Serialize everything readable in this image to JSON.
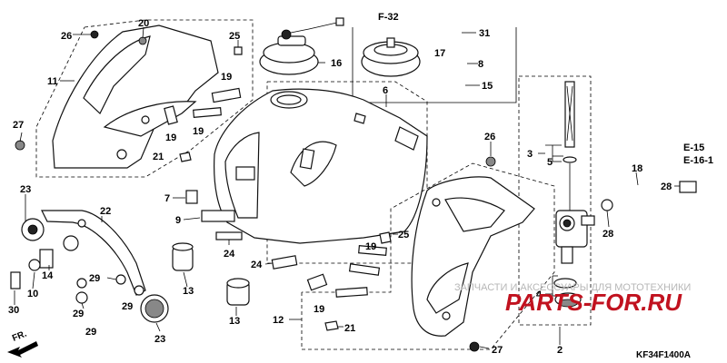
{
  "callouts": {
    "c26a": "26",
    "c20": "20",
    "c25a": "25",
    "c19a": "19",
    "c11": "11",
    "c27a": "27",
    "c19b": "19",
    "c19c": "19",
    "c21a": "21",
    "c16": "16",
    "c6": "6",
    "c7": "7",
    "c9": "9",
    "c24a": "24",
    "c24b": "24",
    "c23a": "23",
    "c22": "22",
    "c14": "14",
    "c10": "10",
    "c30": "30",
    "c29a": "29",
    "c29b": "29",
    "c29c": "29",
    "c29d": "29",
    "c13a": "13",
    "c13b": "13",
    "c23b": "23",
    "c12": "12",
    "c19d": "19",
    "c19e": "19",
    "c21b": "21",
    "c25b": "25",
    "c26b": "26",
    "c27b": "27",
    "c31": "31",
    "c17": "17",
    "c8": "8",
    "c15": "15",
    "c3": "3",
    "c5": "5",
    "c4": "4",
    "c2": "2",
    "c18": "18",
    "c28a": "28",
    "c28b": "28"
  },
  "refs": {
    "f32": "F-32",
    "e15": "E-15",
    "e16": "E-16-1",
    "fr": "FR."
  },
  "diagram_code": "KF34F1400A",
  "watermark": {
    "small": "ЗАПЧАСТИ И АКСЕССУАРЫ ДЛЯ МОТОТЕХНИКИ",
    "large": "PARTS-FOR.RU"
  }
}
